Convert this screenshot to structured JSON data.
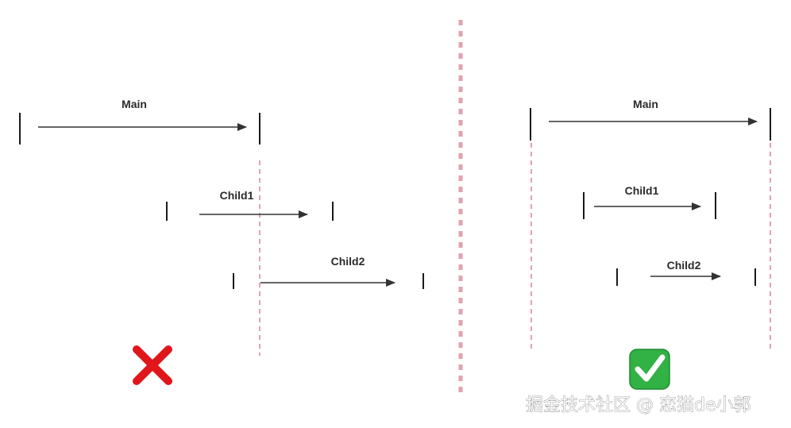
{
  "left_panel": {
    "main_label": "Main",
    "child1_label": "Child1",
    "child2_label": "Child2",
    "verdict": "cross-mark-icon"
  },
  "right_panel": {
    "main_label": "Main",
    "child1_label": "Child1",
    "child2_label": "Child2",
    "verdict": "check-mark-icon"
  },
  "watermark": "掘金技术社区 @ 恋猫de小郭",
  "colors": {
    "guide_line": "#e07f98",
    "divider": "#e0a3ad",
    "cross": "#e0161b",
    "check_bg": "#32b144"
  }
}
